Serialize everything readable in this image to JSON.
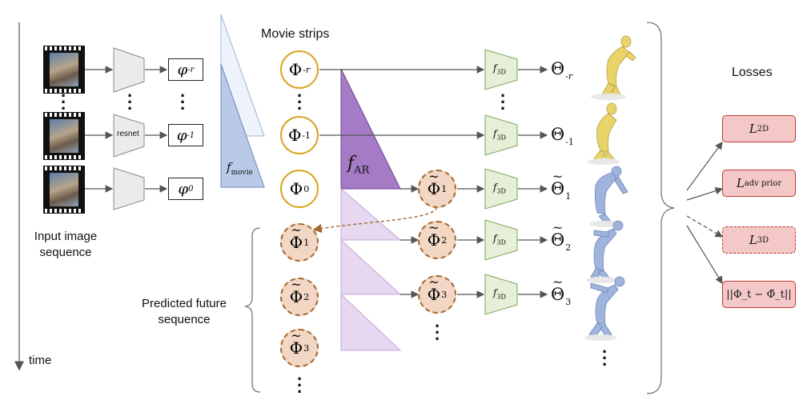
{
  "labels": {
    "movie_strips": "Movie strips",
    "losses": "Losses",
    "input_seq_line1": "Input image",
    "input_seq_line2": "sequence",
    "predicted_line1": "Predicted future",
    "predicted_line2": "sequence",
    "time": "time",
    "resnet": "resnet",
    "f3d": "f",
    "f3d_sub": "3D",
    "fmovie": "f",
    "fmovie_sub": "movie",
    "far": "f",
    "far_sub": "AR"
  },
  "phi_boxes": [
    {
      "sym": "φ",
      "sub": "-r"
    },
    {
      "sym": "φ",
      "sub": "-1"
    },
    {
      "sym": "φ",
      "sub": "0"
    }
  ],
  "movie_strip_nodes": [
    {
      "sym": "Φ",
      "sub": "-r"
    },
    {
      "sym": "Φ",
      "sub": "-1"
    },
    {
      "sym": "Φ",
      "sub": "0"
    }
  ],
  "predicted_nodes": [
    {
      "sym": "Φ",
      "sub": "1"
    },
    {
      "sym": "Φ",
      "sub": "2"
    },
    {
      "sym": "Φ",
      "sub": "3"
    }
  ],
  "ar_nodes": [
    {
      "sym": "Φ",
      "sub": "1"
    },
    {
      "sym": "Φ",
      "sub": "2"
    },
    {
      "sym": "Φ",
      "sub": "3"
    }
  ],
  "outputs": [
    {
      "sym": "Θ",
      "sub": "-r",
      "tilde": false
    },
    {
      "sym": "Θ",
      "sub": "-1",
      "tilde": false
    },
    {
      "sym": "Θ",
      "sub": "1",
      "tilde": true
    },
    {
      "sym": "Θ",
      "sub": "2",
      "tilde": true
    },
    {
      "sym": "Θ",
      "sub": "3",
      "tilde": true
    }
  ],
  "loss_boxes": [
    {
      "main": "L",
      "sub": "2D",
      "style": "solid"
    },
    {
      "main": "L",
      "sub": "adv prior",
      "style": "solid"
    },
    {
      "main": "L",
      "sub": "3D",
      "style": "dashed"
    },
    {
      "main": "||Φ_t − Φ̃_t||",
      "sub": "",
      "style": "solid"
    }
  ],
  "colors": {
    "movie_circle_border": "#d9a520",
    "pred_circle_fill": "#f2d7c4",
    "pred_circle_border": "#a4662c",
    "fmovie_fill": "#b9c9e8",
    "far_fill": "#a47bc4",
    "f3d_fill": "#e6f0d8",
    "f3d_border": "#7aa65a",
    "loss_fill": "#f4c8c8",
    "loss_border": "#c0392b",
    "mesh_yellow": "#e9d46a",
    "mesh_blue": "#9fb4dc"
  }
}
